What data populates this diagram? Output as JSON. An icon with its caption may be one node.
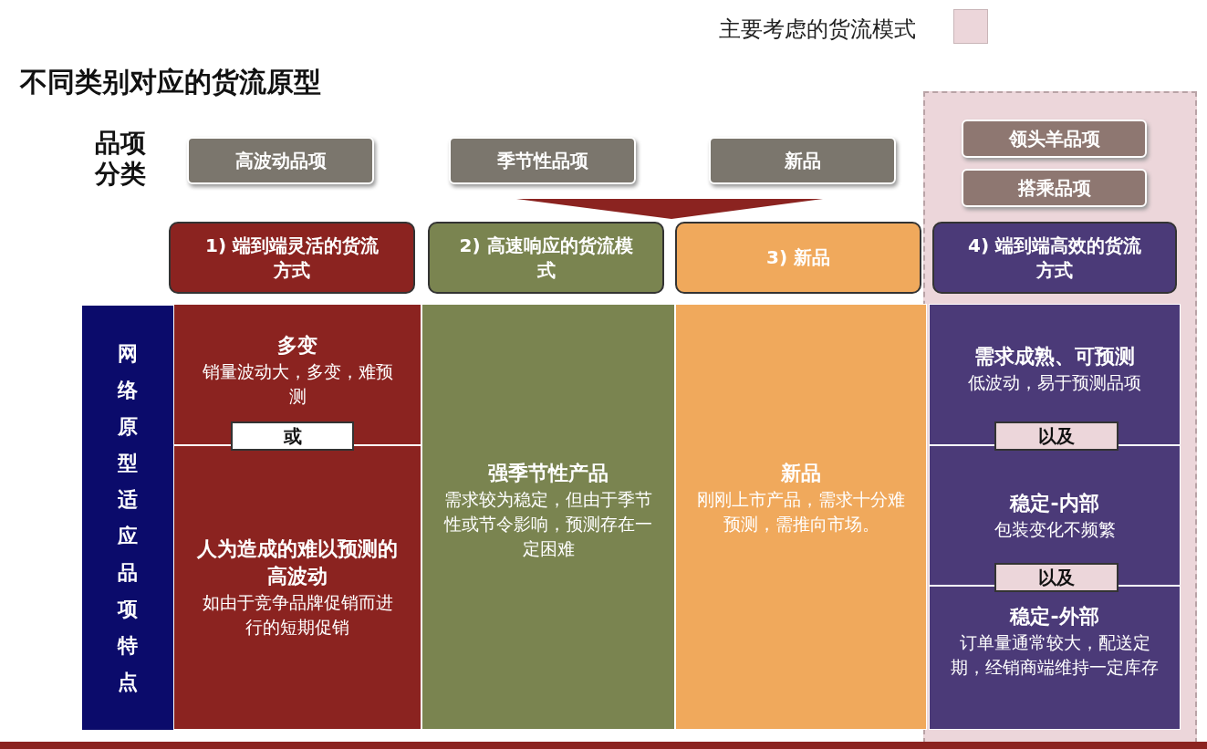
{
  "diagram": {
    "title": "不同类别对应的货流原型",
    "nodes": [
      {
        "text": [
          "高波动品项"
        ]
      },
      {
        "text": [
          "季节性品项"
        ]
      },
      {
        "text": [
          "新品"
        ]
      },
      {
        "text": [
          "领头羊品项"
        ]
      },
      {
        "text": [
          "搭乘品项"
        ]
      },
      {
        "text": [
          "1) 端到端灵活的货流方式"
        ]
      },
      {
        "text": [
          "2) 高速响应的货流模式"
        ]
      },
      {
        "text": [
          "3) 新品"
        ]
      },
      {
        "text": [
          "4) 端到端高效的货流方式"
        ]
      },
      {
        "text": [
          "网络原型适应品项特点"
        ]
      },
      {
        "text": [
          "多变",
          "销量波动大，多变，难预测"
        ]
      },
      {
        "text": [
          "或"
        ]
      },
      {
        "text": [
          "人为造成的难以预测的高波动",
          "如由于竞争品牌促销而进行的短期促销"
        ]
      },
      {
        "text": [
          "强季节性产品",
          "需求较为稳定，但由于季节性或节令影响，预测存在一定困难"
        ]
      },
      {
        "text": [
          "新品",
          "刚刚上市产品，需求十分难预测，需推向市场。"
        ]
      },
      {
        "text": [
          "需求成熟、可预测",
          "低波动，易于预测品项"
        ]
      },
      {
        "text": [
          "以及"
        ]
      },
      {
        "text": [
          "稳定-内部",
          "包装变化不频繁"
        ]
      },
      {
        "text": [
          "以及"
        ]
      },
      {
        "text": [
          "稳定-外部",
          "订单量通常较大，配送定期，经销商端维持一定库存"
        ]
      }
    ],
    "edges": [
      {
        "from": 1,
        "to": 6,
        "arrow": "to",
        "style": "thick",
        "color": "#8b2320"
      }
    ],
    "labels": [
      "品项分类"
    ],
    "legend": [
      {
        "text": "主要考虑的货流模式",
        "color": "#ecd6da"
      }
    ]
  }
}
